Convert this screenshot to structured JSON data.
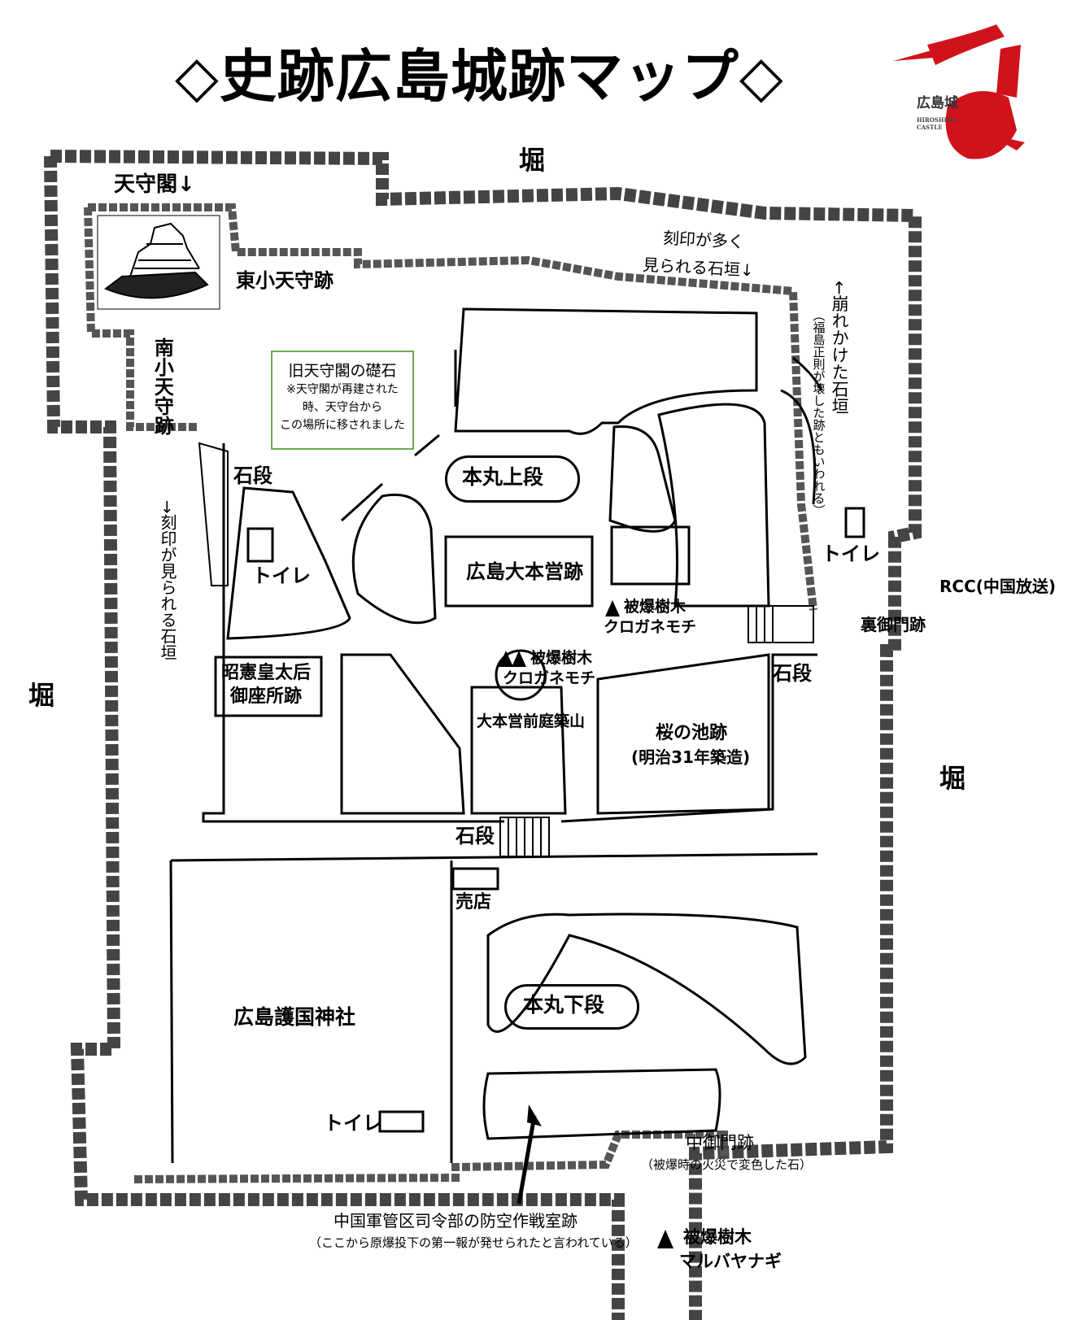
{
  "title": "◇史跡広島城跡マップ◇",
  "logo": {
    "name": "広島城",
    "sub_line1": "HIROSHIMA",
    "sub_line2": "CASTLE",
    "color": "#d0121b"
  },
  "moat_labels": [
    "堀",
    "堀",
    "堀"
  ],
  "labels": {
    "tenshukaku": "天守閣↓",
    "higashi_kotenshu": "東小天守跡",
    "minami_kotenshu": "南小天守跡",
    "old_stones_title": "旧天守閣の礎石",
    "old_stones_note1": "※天守閣が再建された",
    "old_stones_note2": "時、天守台から",
    "old_stones_note3": "この場所に移されました",
    "ishidan": "石段",
    "toilet": "トイレ",
    "carved_left": "→刻印が見られる石垣",
    "carved_top1": "刻印が多く",
    "carved_top2": "見られる石垣↓",
    "collapsed_wall": "←崩れかけた石垣",
    "collapsed_note": "（福島正則が壊した跡ともいわれる）",
    "honmaru_upper": "本丸上段",
    "daihonei": "広島大本営跡",
    "hibaku_tree_1a": "被爆樹木",
    "hibaku_tree_1b": "クロガネモチ",
    "hibaku_tree_2a": "被爆樹木",
    "hibaku_tree_2b": "クロガネモチ",
    "tsukiyama": "大本営前庭築山",
    "shoken1": "昭憲皇太后",
    "shoken2": "御座所跡",
    "sakuranoike1": "桜の池跡",
    "sakuranoike2": "(明治31年築造)",
    "rcc": "RCC(中国放送)",
    "uragomon": "裏御門跡",
    "shop": "売店",
    "honmaru_lower": "本丸下段",
    "gokoku": "広島護国神社",
    "nakagomon": "中御門跡",
    "nakagomon_note": "（被爆時の火災で変色した石）",
    "bunker": "中国軍管区司令部の防空作戦室跡",
    "bunker_note": "（ここから原爆投下の第一報が発せられたと言われている）",
    "hibaku_tree_3a": "被爆樹木",
    "hibaku_tree_3b": "マルバヤナギ"
  },
  "colors": {
    "wall": "#000000",
    "green_box": "#6aab4f"
  }
}
